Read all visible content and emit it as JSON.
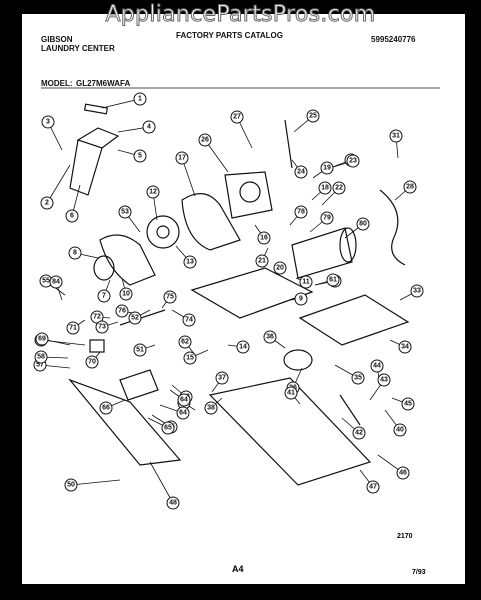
{
  "header": {
    "brand": "GIBSON",
    "product": "LAUNDRY CENTER",
    "catalog": "FACTORY PARTS CATALOG",
    "catalog_number": "5995240776",
    "model_label": "MODEL:",
    "model_number": "GL27M6WAFA"
  },
  "watermark": "AppliancePartsPros.com",
  "footer": {
    "figure_number": "2170",
    "page": "A4",
    "date": "7/93"
  },
  "callouts": [
    "1",
    "2",
    "3",
    "4",
    "5",
    "6",
    "7",
    "8",
    "9",
    "10",
    "11",
    "12",
    "13",
    "14",
    "15",
    "16",
    "17",
    "18",
    "19",
    "20",
    "21",
    "22",
    "22",
    "23",
    "24",
    "25",
    "26",
    "27",
    "28",
    "31",
    "33",
    "34",
    "35",
    "36",
    "36",
    "37",
    "38",
    "38",
    "40",
    "41",
    "42",
    "43",
    "44",
    "45",
    "46",
    "47",
    "48",
    "50",
    "51",
    "52",
    "53",
    "55",
    "57",
    "58",
    "59",
    "61",
    "61",
    "62",
    "63",
    "64",
    "64",
    "65",
    "65",
    "66",
    "69",
    "70",
    "71",
    "72",
    "73",
    "74",
    "75",
    "76",
    "78",
    "79",
    "80",
    "84"
  ]
}
